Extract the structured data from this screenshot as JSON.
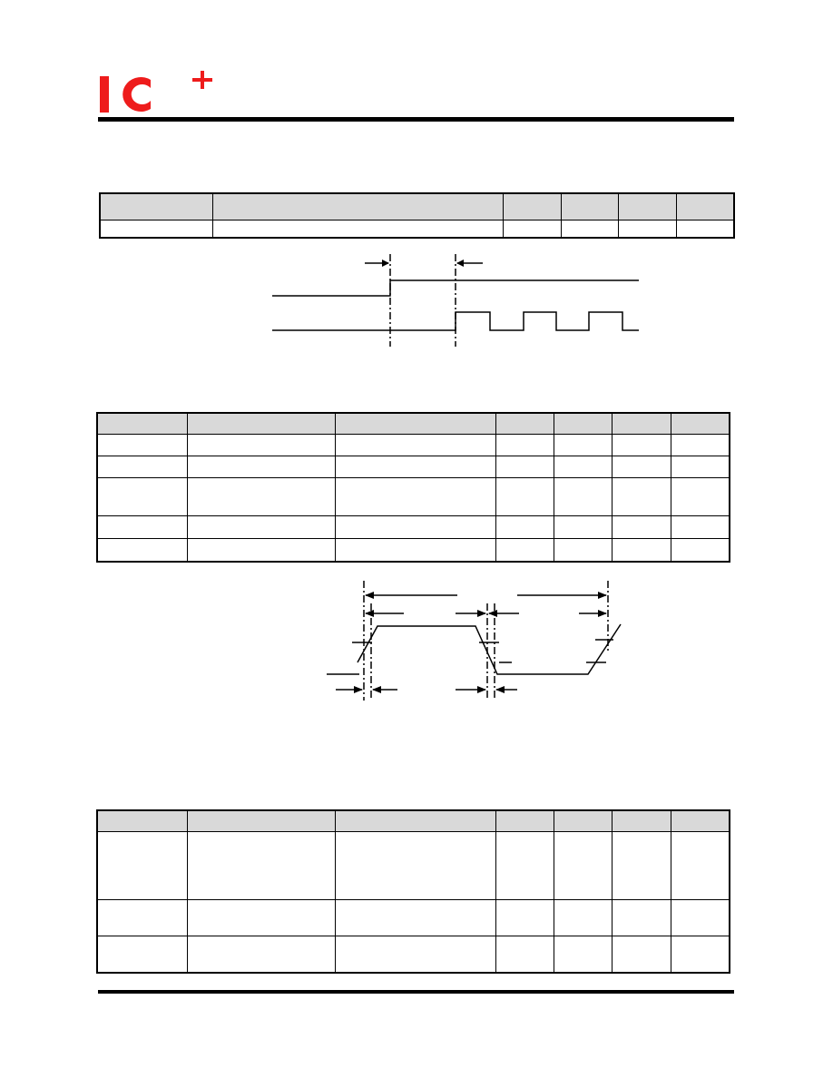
{
  "brand": {
    "logo_text": "IC+",
    "logo_color": "#ee1c1c"
  },
  "table1": {
    "columns": 6,
    "rows": 1
  },
  "table2": {
    "columns": 7,
    "rows": 5
  },
  "table3": {
    "columns": 7,
    "rows": 3
  },
  "colors": {
    "header_fill": "#d9d9d9",
    "rule": "#000000"
  }
}
